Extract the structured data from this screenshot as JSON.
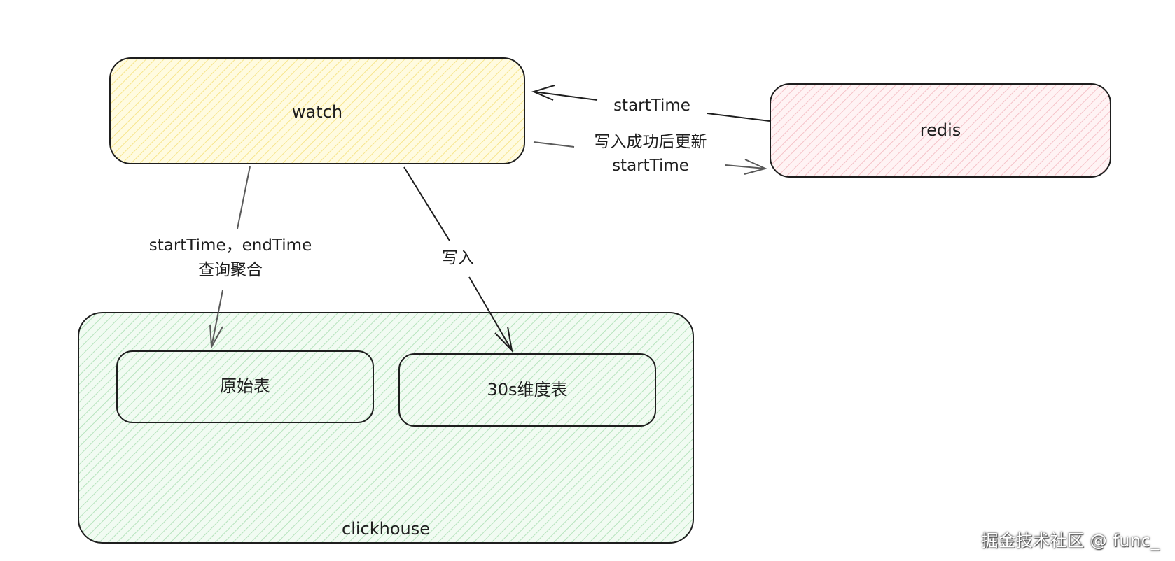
{
  "nodes": {
    "watch": {
      "label": "watch",
      "fill": "#fff4b8"
    },
    "redis": {
      "label": "redis",
      "fill": "#ffd6dc"
    },
    "clickhouse": {
      "label": "clickhouse",
      "fill": "#c9efcf"
    },
    "raw_table": {
      "label": "原始表"
    },
    "dim_table": {
      "label": "30s维度表"
    }
  },
  "edges": {
    "redis_to_watch": {
      "label": "startTime"
    },
    "watch_to_redis": {
      "label_line1": "写入成功后更新",
      "label_line2": "startTime"
    },
    "watch_to_raw": {
      "label_line1": "startTime，endTime",
      "label_line2": "查询聚合"
    },
    "watch_to_dim": {
      "label": "写入"
    }
  },
  "watermark": {
    "text": "掘金技术社区 @ func_"
  },
  "colors": {
    "stroke": "#1e1e1e",
    "arrow": "#5a5a5a"
  }
}
